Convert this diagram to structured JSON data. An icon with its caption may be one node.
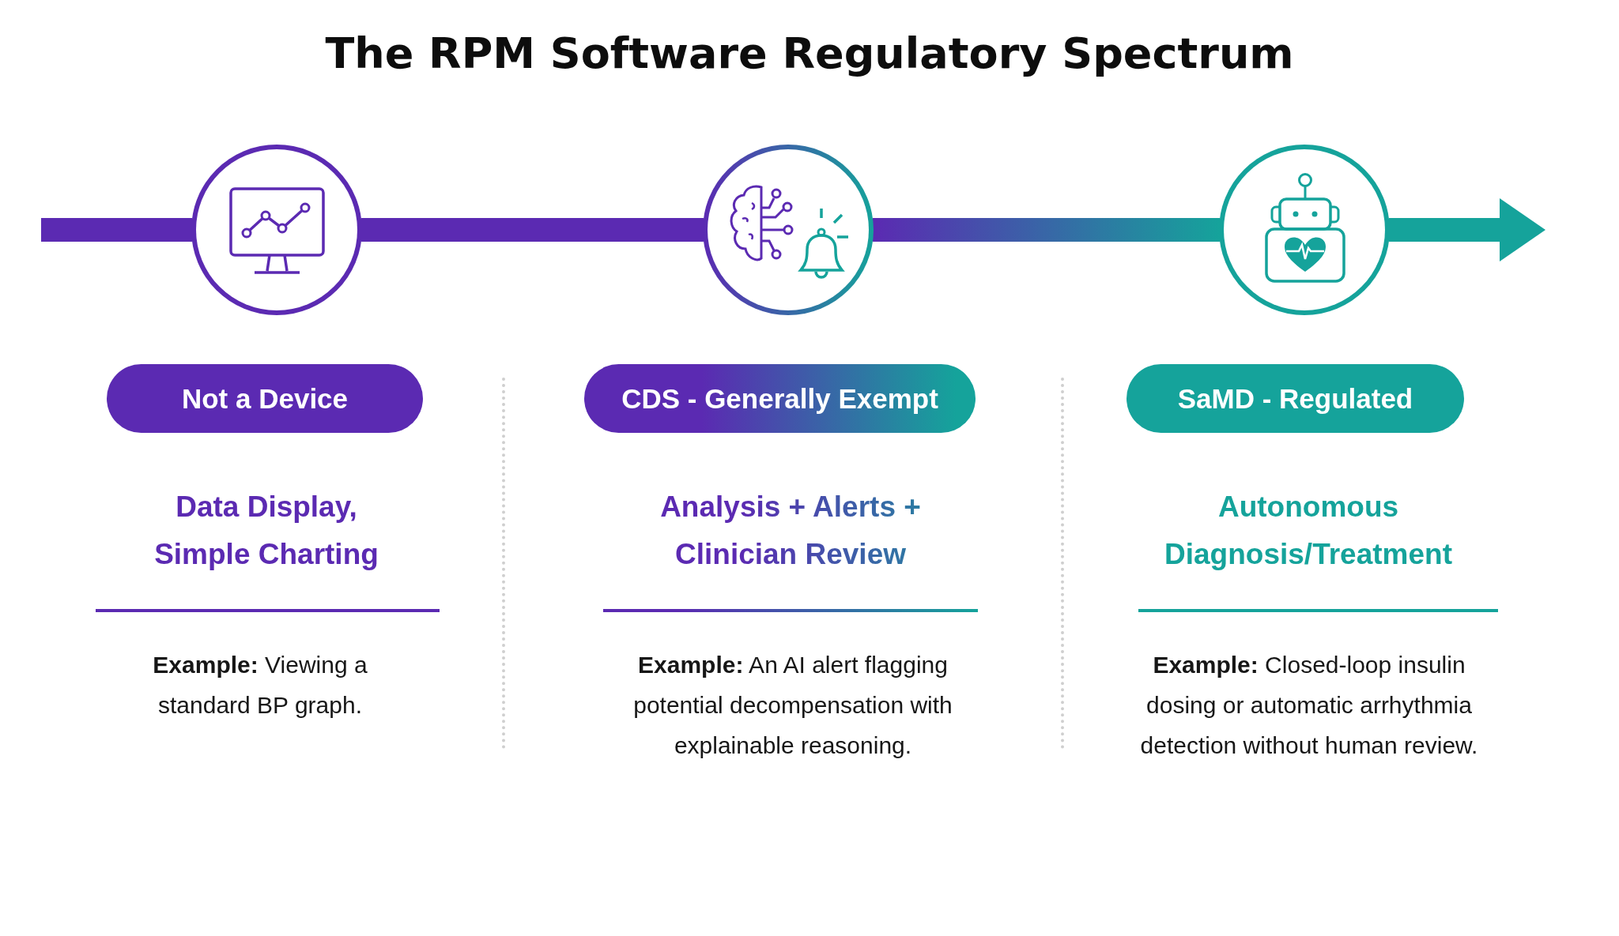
{
  "diagram": {
    "title": "The RPM Software Regulatory Spectrum",
    "nodes": [
      {
        "text": [],
        "shape": "circle"
      },
      {
        "text": [],
        "shape": "circle"
      },
      {
        "text": [],
        "shape": "circle"
      },
      {
        "text": [
          "Not a Device"
        ]
      },
      {
        "text": [
          "CDS - Generally Exempt"
        ]
      },
      {
        "text": [
          "SaMD - Regulated"
        ]
      }
    ],
    "edges": [
      {
        "from": null,
        "to": 0,
        "arrow": "none",
        "color": "#5b2ab2"
      },
      {
        "from": 0,
        "to": 1,
        "arrow": "none",
        "color": "#5b2ab2"
      },
      {
        "from": 1,
        "to": 2,
        "arrow": "none",
        "color": "#15a39b"
      },
      {
        "from": 2,
        "to": null,
        "arrow": "to",
        "color": "#15a39b"
      }
    ],
    "labels": [
      "Data Display, Simple Charting",
      "Analysis + Alerts + Clinician Review",
      "Autonomous Diagnosis/Treatment",
      "**Example:** Viewing a standard BP graph.",
      "**Example:** An AI alert flagging potential decompensation with explainable reasoning.",
      "**Example:** Closed-loop insulin dosing or automatic arrhythmia detection without human review."
    ]
  }
}
